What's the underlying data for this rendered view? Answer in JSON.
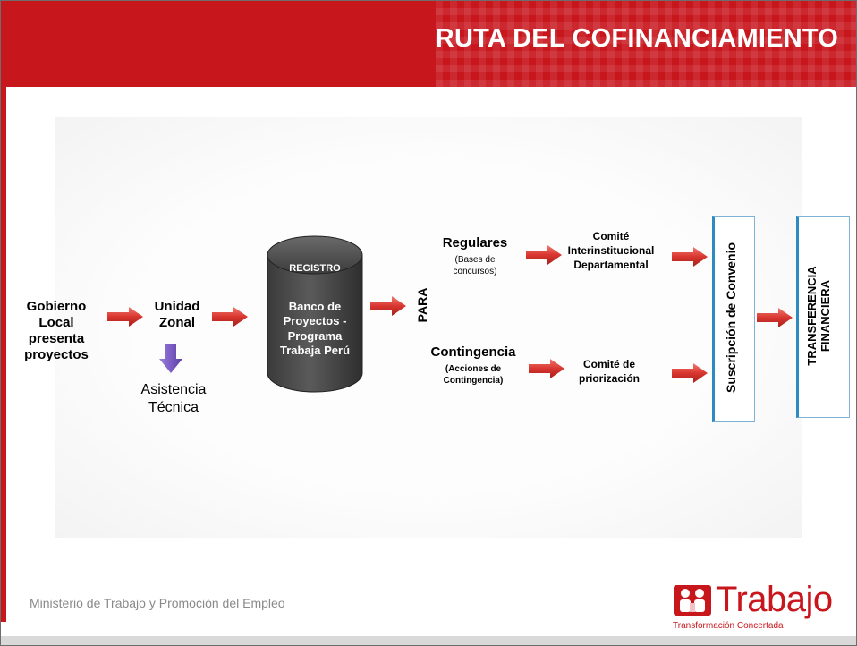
{
  "header": {
    "title": "RUTA DEL COFINANCIAMIENTO"
  },
  "nodes": {
    "gobierno": "Gobierno\nLocal\npresenta\nproyectos",
    "unidad_zonal": "Unidad\nZonal",
    "asistencia": "Asistencia\nTécnica",
    "registro": "REGISTRO",
    "banco": "Banco de\nProyectos -\nPrograma\nTrabaja Perú",
    "para": "PARA",
    "regulares": "Regulares",
    "regulares_sub": "(Bases de\nconcursos)",
    "contingencia": "Contingencia",
    "contingencia_sub": "(Acciones de\nContingencia)",
    "comite_inter": "Comité\nInterinstitucional\nDepartamental",
    "comite_prior": "Comité de\npriorización",
    "suscripcion": "Suscripción de Convenio",
    "transferencia": "TRANSFERENCIA\nFINANCIERA"
  },
  "footer": {
    "ministry": "Ministerio de Trabajo y Promoción del Empleo",
    "logo_word": "Trabajo",
    "logo_sub": "Transformación Concertada"
  },
  "colors": {
    "brand_red": "#c8161d",
    "arrow_red": "#d8362f",
    "down_arrow": "#7b5cc4",
    "cylinder": "#4a4a4a",
    "box_border": "#2e8bc0"
  }
}
